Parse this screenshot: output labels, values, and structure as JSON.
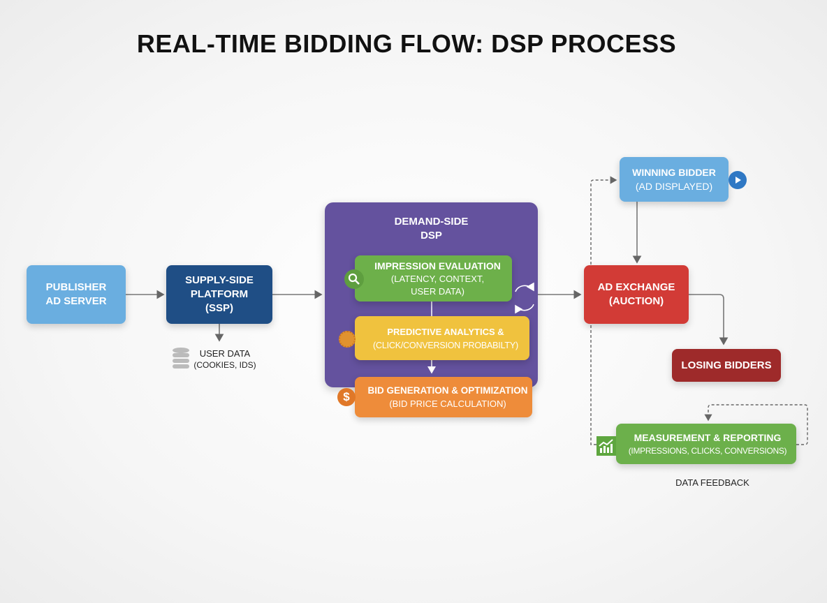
{
  "title": "REAL-TIME BIDDING FLOW: DSP PROCESS",
  "nodes": {
    "publisher": {
      "line1": "PUBLISHER",
      "line2": "AD SERVER",
      "color": "#6aaee0"
    },
    "ssp": {
      "line1": "SUPPLY-SIDE",
      "line2": "PLATFORM",
      "line3": "(SSP)",
      "color": "#1f4e85"
    },
    "user_data": {
      "line1": "USER DATA",
      "line2": "(COOKIES, IDS)"
    },
    "dsp": {
      "line1": "DEMAND-SIDE",
      "line2": "DSP",
      "color": "#64529e"
    },
    "impression": {
      "title": "IMPRESSION EVALUATION",
      "line2": "(LATENCY, CONTEXT,",
      "line3": "USER DATA)",
      "color": "#6db04a"
    },
    "predictive": {
      "title": "PREDICTIVE ANALYTICS &",
      "line2": "(CLICK/CONVERSION PROBABILTY)",
      "color": "#f0c23e"
    },
    "bid": {
      "title": "BID GENERATION & OPTIMIZATION",
      "line2": "(BID PRICE CALCULATION)",
      "color": "#ee8c3a"
    },
    "exchange": {
      "line1": "AD EXCHANGE",
      "line2": "(AUCTION)",
      "color": "#d23b36"
    },
    "winning": {
      "line1": "WINNING BIDDER",
      "line2": "(AD DISPLAYED)",
      "color": "#6aaee0"
    },
    "losing": {
      "line1": "LOSING BIDDERS",
      "color": "#9e2a2a"
    },
    "measurement": {
      "title": "MEASUREMENT & REPORTING",
      "line2": "(IMPRESSIONS, CLICKS, CONVERSIONS)",
      "color": "#6cb04b"
    },
    "feedback": {
      "label": "DATA FEEDBACK"
    }
  },
  "icons": {
    "impression": "search-icon",
    "predictive": "brain-icon",
    "bid": "dollar-icon",
    "measurement": "bar-chart-icon",
    "winning": "play-icon",
    "user_data": "database-icon",
    "refresh": "refresh-icon"
  },
  "icon_glyphs": {
    "dollar": "$"
  }
}
